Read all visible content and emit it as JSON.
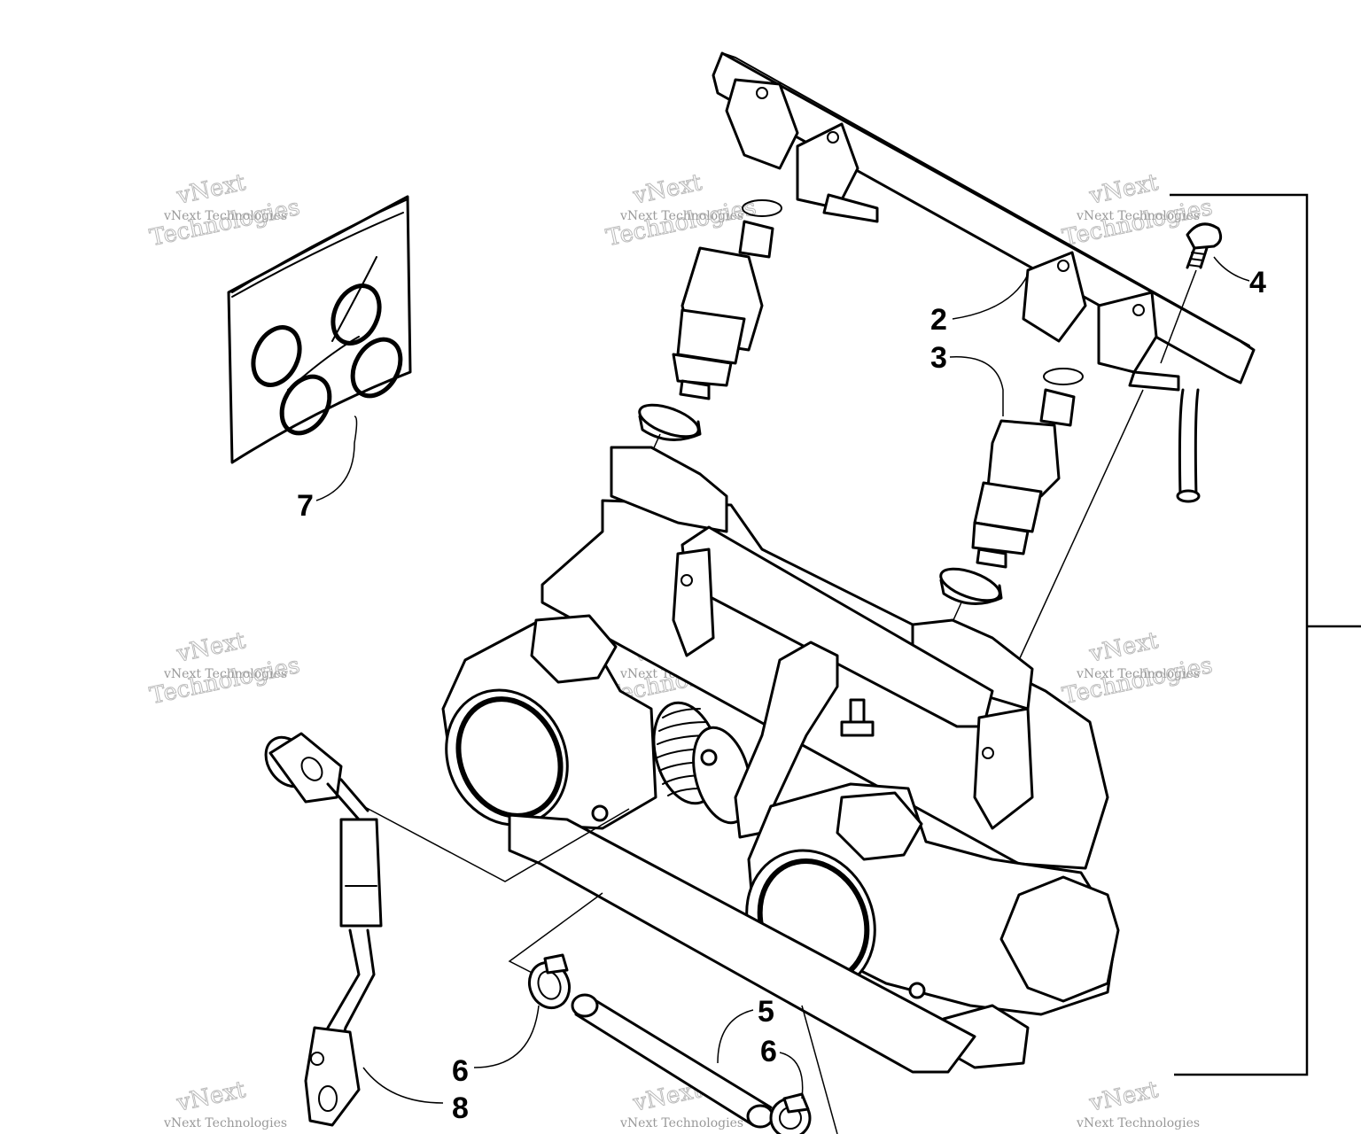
{
  "diagram": {
    "callouts": [
      {
        "id": "2",
        "label": "2"
      },
      {
        "id": "3",
        "label": "3"
      },
      {
        "id": "4",
        "label": "4"
      },
      {
        "id": "5",
        "label": "5"
      },
      {
        "id": "6a",
        "label": "6"
      },
      {
        "id": "6b",
        "label": "6"
      },
      {
        "id": "7",
        "label": "7"
      },
      {
        "id": "8",
        "label": "8"
      }
    ],
    "watermark": {
      "company_line": "vNext Technologies",
      "brand_line1": "vNext",
      "brand_line2": "Technologies",
      "color": "#888888"
    }
  }
}
